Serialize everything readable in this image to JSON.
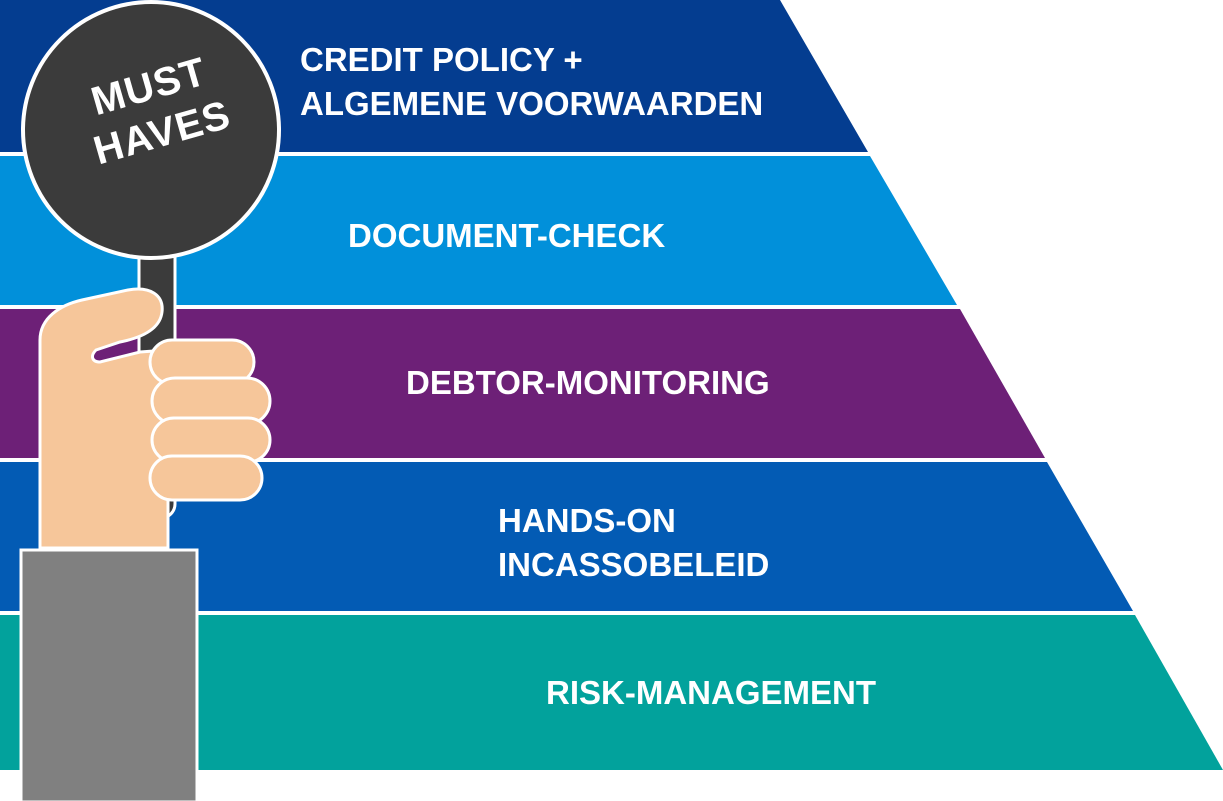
{
  "pyramid": {
    "tiers": [
      {
        "lines": [
          "CREDIT POLICY +",
          "ALGEMENE VOORWAARDEN"
        ],
        "color": "#043d90"
      },
      {
        "lines": [
          "DOCUMENT-CHECK"
        ],
        "color": "#0190da"
      },
      {
        "lines": [
          "DEBTOR-MONITORING"
        ],
        "color": "#6d2077"
      },
      {
        "lines": [
          "HANDS-ON",
          "INCASSOBELEID"
        ],
        "color": "#035bb4"
      },
      {
        "lines": [
          "RISK-MANAGEMENT"
        ],
        "color": "#02a29c"
      }
    ]
  },
  "sign": {
    "lines": [
      "MUST",
      "HAVES"
    ],
    "color": "#3b3b3b"
  },
  "illustration": {
    "hand_color": "#f6c69a",
    "sleeve_color": "#808080",
    "outline_color": "#ffffff"
  }
}
